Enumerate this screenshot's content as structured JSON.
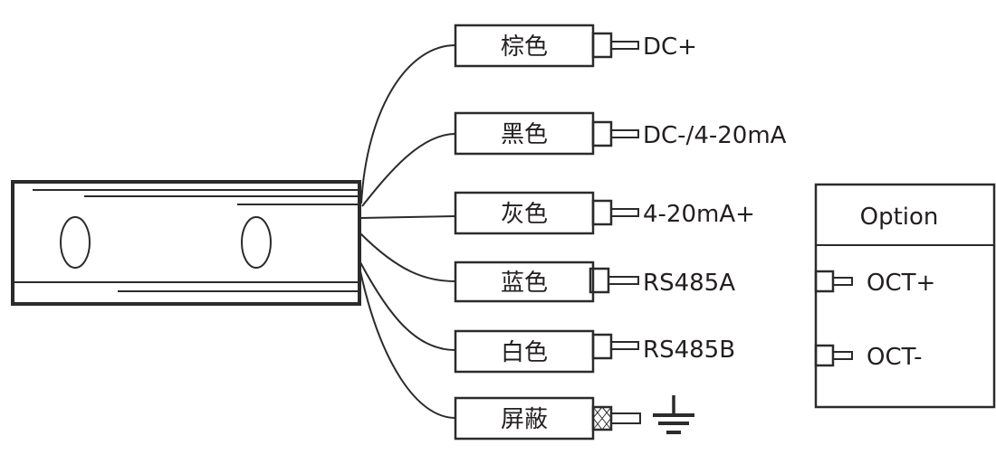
{
  "wires": [
    {
      "color_label": "棕色",
      "signal": "DC+"
    },
    {
      "color_label": "黑色",
      "signal": "DC-/4-20mA"
    },
    {
      "color_label": "灰色",
      "signal": "4-20mA+"
    },
    {
      "color_label": "蓝色",
      "signal": "RS485A"
    },
    {
      "color_label": "白色",
      "signal": "RS485B"
    },
    {
      "color_label": "屏蔽",
      "signal_icon": "ground-icon"
    }
  ],
  "option": {
    "title": "Option",
    "outputs": [
      "OCT+",
      "OCT-"
    ]
  },
  "line_color": "#2b2b2b"
}
